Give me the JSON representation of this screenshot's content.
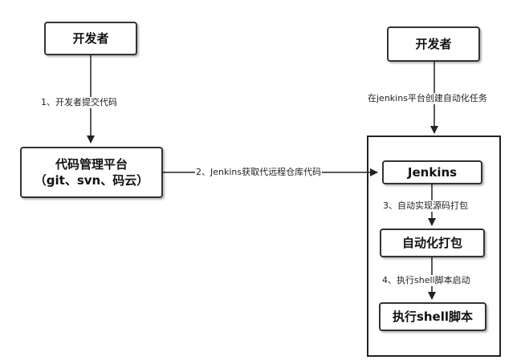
{
  "nodes": {
    "developer_left": "开发者",
    "code_platform": "代码管理平台\n（git、svn、码云）",
    "developer_right": "开发者",
    "jenkins": "Jenkins",
    "auto_package": "自动化打包",
    "exec_shell": "执行shell脚本"
  },
  "edges": {
    "step1": "1、开发者提交代码",
    "create_task": "在jenkins平台创建自动化任务",
    "step2": "2、Jenkins获取代远程仓库代码",
    "step3": "3、自动实现源码打包",
    "step4": "4、执行shell脚本启动"
  },
  "colors": {
    "stroke": "#333333",
    "fill": "#ffffff"
  }
}
